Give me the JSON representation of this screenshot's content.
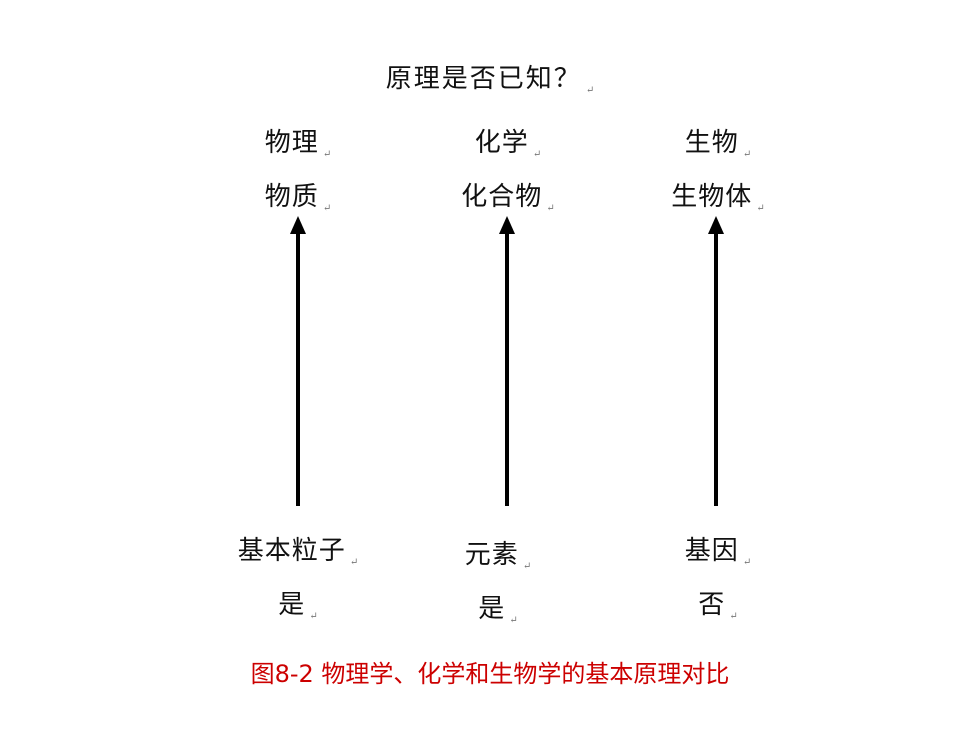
{
  "title": {
    "text": "原理是否已知？",
    "mark": "↵"
  },
  "columns": [
    {
      "key": "physics",
      "top_lines": [
        "物理",
        "物质"
      ],
      "bottom_lines": [
        "基本粒子",
        "是"
      ]
    },
    {
      "key": "chemistry",
      "top_lines": [
        "化学",
        "化合物"
      ],
      "bottom_lines": [
        "元素",
        "是"
      ]
    },
    {
      "key": "biology",
      "top_lines": [
        "生物",
        "生物体"
      ],
      "bottom_lines": [
        "基因",
        "否"
      ]
    }
  ],
  "paragraph_mark": "↵",
  "caption": "图8-2 物理学、化学和生物学的基本原理对比",
  "colors": {
    "text": "#111111",
    "arrow": "#000000",
    "caption": "#cc0000",
    "mark": "#777777"
  }
}
